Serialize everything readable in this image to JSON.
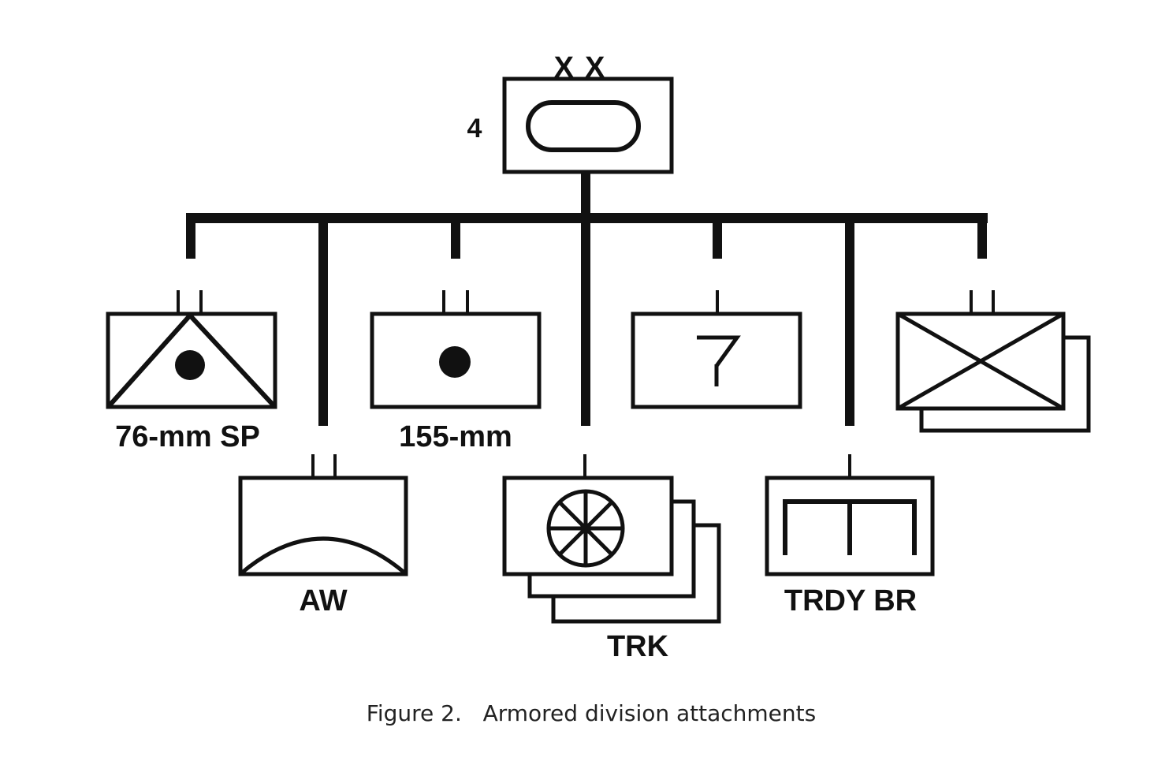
{
  "diagram": {
    "caption": "Figure 2.   Armored division attachments",
    "hq": {
      "echelon": "XX",
      "designation": "4",
      "symbol": "armor-oval"
    },
    "units": [
      {
        "id": "sp76",
        "echelon": "II",
        "symbol": "artillery-sp",
        "label": "76-mm SP"
      },
      {
        "id": "aw",
        "echelon": "II",
        "symbol": "anti-aircraft",
        "label": "AW"
      },
      {
        "id": "how155",
        "echelon": "II",
        "symbol": "artillery",
        "label": "155-mm"
      },
      {
        "id": "trk",
        "echelon": "I",
        "symbol": "truck-wheel",
        "label": "TRK",
        "count": 3
      },
      {
        "id": "sig",
        "echelon": "I",
        "symbol": "signal-antenna",
        "label": ""
      },
      {
        "id": "trdy",
        "echelon": "I",
        "symbol": "treadway-bridge",
        "label": "TRDY BR"
      },
      {
        "id": "inf",
        "echelon": "II",
        "symbol": "infantry-cross",
        "label": "",
        "count": 2
      }
    ],
    "colors": {
      "ink": "#111111",
      "paper": "#ffffff"
    }
  }
}
